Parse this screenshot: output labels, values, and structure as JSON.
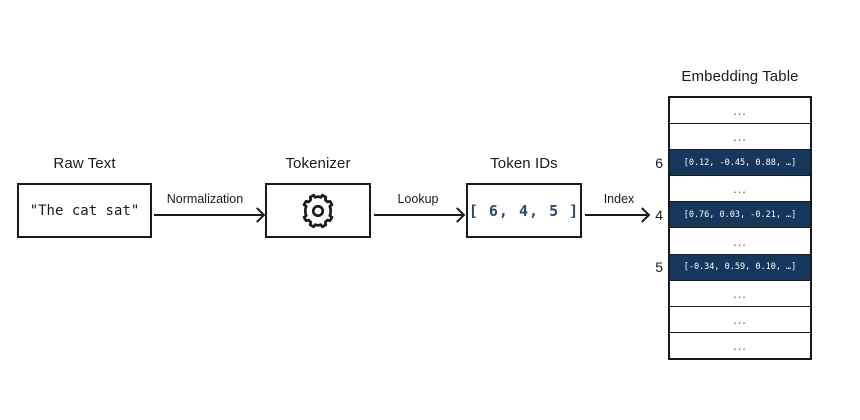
{
  "diagram": {
    "stages": [
      {
        "title": "Raw Text",
        "value": "\"The cat sat\""
      },
      {
        "title": "Tokenizer",
        "icon": "gear-icon"
      },
      {
        "title": "Token IDs",
        "value": "[ 6, 4, 5 ]"
      }
    ],
    "arrows": [
      {
        "label": "Normalization"
      },
      {
        "label": "Lookup"
      },
      {
        "label": "Index"
      }
    ],
    "embedding_table": {
      "title": "Embedding Table",
      "ellipsis": "...",
      "rows": [
        {
          "index": "",
          "value": "...",
          "highlighted": false
        },
        {
          "index": "",
          "value": "...",
          "highlighted": false
        },
        {
          "index": "6",
          "value": "[0.12, -0.45, 0.88, …]",
          "highlighted": true
        },
        {
          "index": "",
          "value": "...",
          "highlighted": false
        },
        {
          "index": "4",
          "value": "[0.76, 0.03, -0.21, …]",
          "highlighted": true
        },
        {
          "index": "",
          "value": "...",
          "highlighted": false
        },
        {
          "index": "5",
          "value": "[-0.34, 0.59, 0.10, …]",
          "highlighted": true
        },
        {
          "index": "",
          "value": "...",
          "highlighted": false
        },
        {
          "index": "",
          "value": "...",
          "highlighted": false
        },
        {
          "index": "",
          "value": "...",
          "highlighted": false
        }
      ]
    },
    "colors": {
      "stroke": "#1a1a1a",
      "highlight_row": "#16365c",
      "token_id_text": "#2c4a6e",
      "background": "#ffffff"
    }
  }
}
